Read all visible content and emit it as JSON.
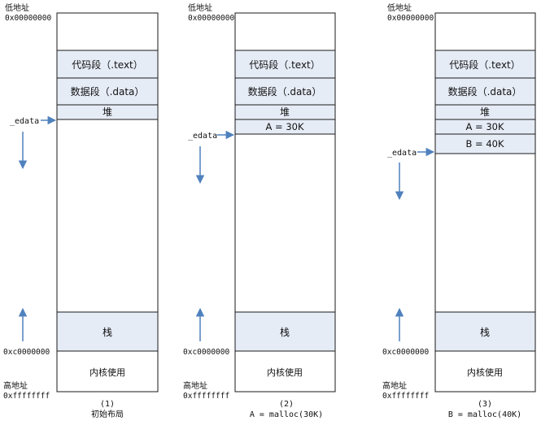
{
  "labels": {
    "low_addr_title": "低地址",
    "low_addr_value": "0x00000000",
    "high_addr_title": "高地址",
    "high_addr_value": "0xffffffff",
    "kernel_boundary": "0xc0000000",
    "edata": "_edata"
  },
  "segments": {
    "code": "代码段（.text）",
    "data": "数据段（.data）",
    "heap": "堆",
    "stack": "栈",
    "kernel": "内核使用"
  },
  "allocations": {
    "a": "A = 30K",
    "b": "B = 40K"
  },
  "panels": [
    {
      "index": "(1)",
      "caption": "初始布局"
    },
    {
      "index": "(2)",
      "caption": "A = malloc(30K)"
    },
    {
      "index": "(3)",
      "caption": "B = malloc(40K)"
    }
  ],
  "colors": {
    "segment_fill": "#e6ecf6",
    "border": "#1a1a1a",
    "arrow": "#4f81bd"
  }
}
